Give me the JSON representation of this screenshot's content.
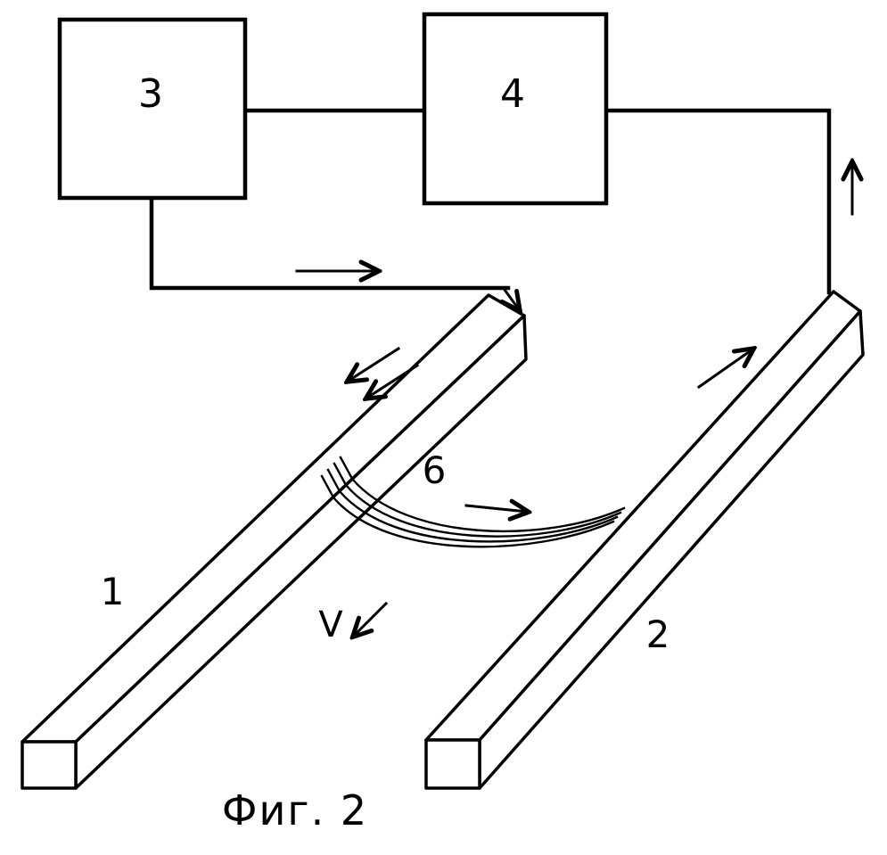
{
  "figure": {
    "caption": "Фиг. 2",
    "blocks": [
      {
        "id": "block-3",
        "label": "3"
      },
      {
        "id": "block-4",
        "label": "4"
      }
    ],
    "labels": {
      "rail_left": "1",
      "rail_right": "2",
      "conductor": "6",
      "velocity": "V"
    },
    "colors": {
      "ink": "#000000",
      "paper": "#ffffff"
    }
  }
}
